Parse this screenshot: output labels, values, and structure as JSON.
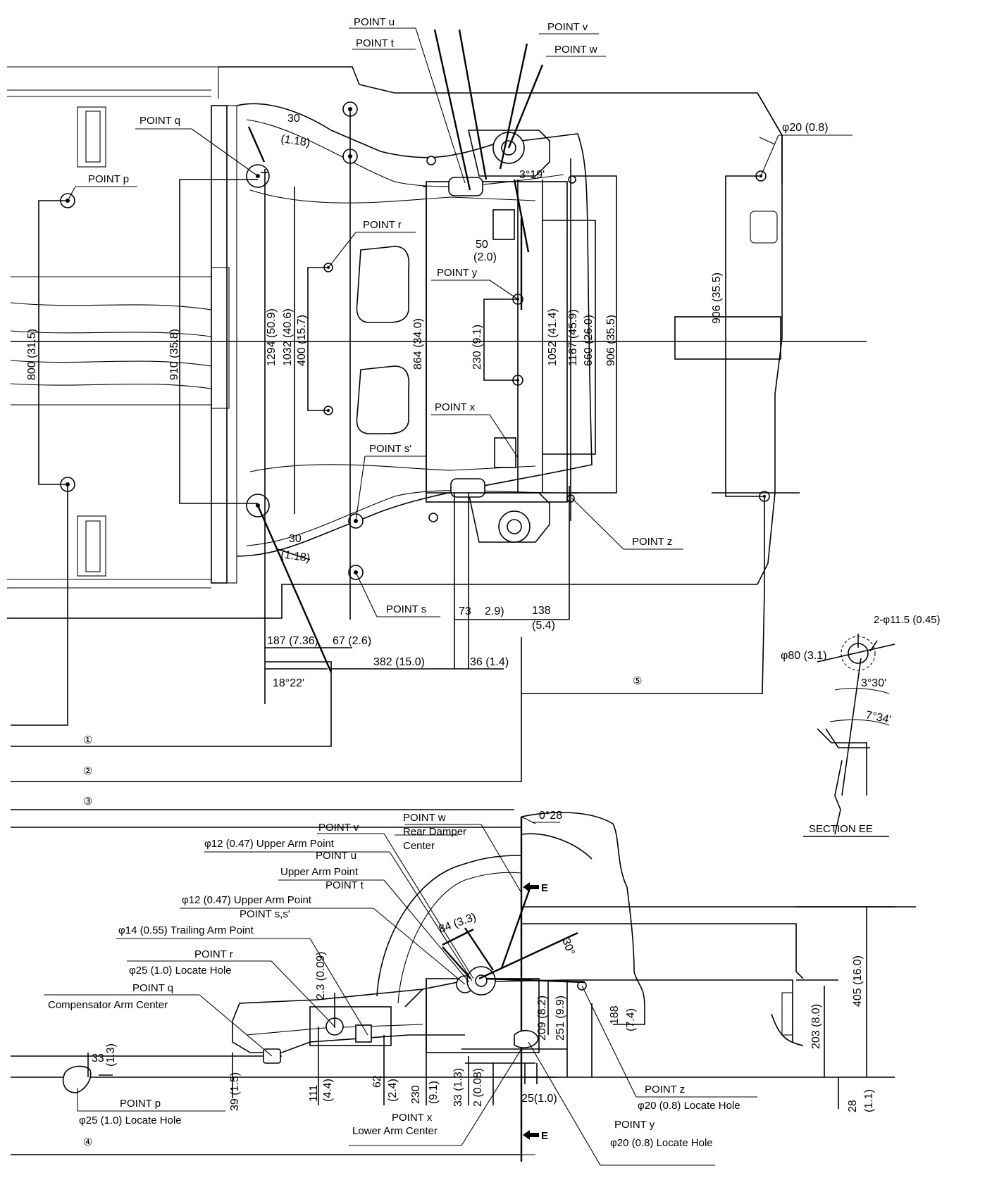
{
  "top_view": {
    "points": {
      "p": "POINT p",
      "q": "POINT q",
      "r": "POINT r",
      "s": "POINT s",
      "s_prime": "POINT s'",
      "t": "POINT t",
      "u": "POINT u",
      "v": "POINT v",
      "w": "POINT w",
      "x": "POINT x",
      "y": "POINT y",
      "z": "POINT z"
    },
    "dims": {
      "d800": "800 (31.5)",
      "d910": "910 (35.8)",
      "d1294": "1294 (50.9)",
      "d1032": "1032 (40.6)",
      "d400": "400 (15.7)",
      "d864": "864 (34.0)",
      "d230": "230 (9.1)",
      "d1052": "1052 (41.4)",
      "d1167": "1167 (45.9)",
      "d660": "660 (26.0)",
      "d906a": "906 (35.5)",
      "d906b": "906 (35.5)",
      "d50": "50",
      "d50in": "(2.0)",
      "d30a": "30",
      "d30a_in": "(1.18)",
      "d30b": "30",
      "d30b_in": "(1.18)",
      "ang319": "3°19'",
      "ang1822": "18°22'",
      "phi20": "φ20 (0.8)",
      "d73": "73",
      "d73in": "2.9)",
      "d138": "138",
      "d138in": "(5.4)",
      "d187": "187 (7.36)",
      "d67": "67 (2.6)",
      "d382": "382 (15.0)",
      "d36": "36 (1.4)"
    },
    "circled": {
      "c1": "①",
      "c2": "②",
      "c3": "③",
      "c4": "④",
      "c5": "⑤"
    }
  },
  "section_ee": {
    "title": "SECTION EE",
    "hole": "2-φ11.5 (0.45)",
    "phi80": "φ80 (3.1)",
    "ang330": "3°30'",
    "ang734": "7°34'"
  },
  "side_view": {
    "labels": {
      "w": "POINT w",
      "w_sub1": "Rear Damper",
      "w_sub2": "Center",
      "v": "POINT v",
      "v_sub": "φ12 (0.47) Upper Arm Point",
      "u": "POINT u",
      "u_sub": "Upper Arm Point",
      "t": "POINT t",
      "t_sub": "φ12 (0.47) Upper Arm Point",
      "s": "POINT s,s'",
      "s_sub": "φ14 (0.55) Trailing Arm Point",
      "r": "POINT r",
      "r_sub": "φ25 (1.0) Locate Hole",
      "q": "POINT q",
      "q_sub": "Compensator Arm Center",
      "p": "POINT p",
      "p_sub": "φ25 (1.0) Locate Hole",
      "x": "POINT x",
      "x_sub": "Lower Arm Center",
      "y": "POINT y",
      "y_sub": "φ20 (0.8) Locate Hole",
      "z": "POINT z",
      "z_sub": "φ20 (0.8) Locate Hole"
    },
    "dims": {
      "ang028": "0°28",
      "ang30": "30°",
      "d84": "84 (3.3)",
      "d23": "2.3 (0.09)",
      "d33a": "33",
      "d33a_in": "(1.3)",
      "d39": "39 (1.5)",
      "d111": "111",
      "d111_in": "(4.4)",
      "d62": "62",
      "d62_in": "(2.4)",
      "d230": "230",
      "d230_in": "(9.1)",
      "d33b": "33 (1.3)",
      "d2": "2 (0.08)",
      "d209": "209 (8.2)",
      "d251": "251 (9.9)",
      "d188": "188",
      "d188_in": "(7.4)",
      "d203": "203 (8.0)",
      "d405": "405 (16.0)",
      "d28": "28",
      "d28_in": "(1.1)",
      "d25": "25(1.0)",
      "e": "E"
    }
  }
}
